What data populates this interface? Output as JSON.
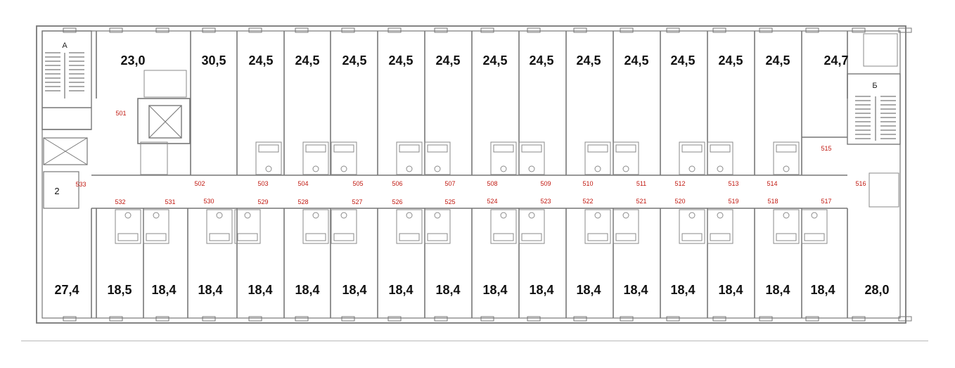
{
  "stairs": {
    "left": "А",
    "right": "Б"
  },
  "small_room_number": "2",
  "top_areas": [
    "23,0",
    "30,5",
    "24,5",
    "24,5",
    "24,5",
    "24,5",
    "24,5",
    "24,5",
    "24,5",
    "24,5",
    "24,5",
    "24,5",
    "24,5",
    "24,5",
    "24,7"
  ],
  "bottom_areas": [
    "27,4",
    "18,5",
    "18,4",
    "18,4",
    "18,4",
    "18,4",
    "18,4",
    "18,4",
    "18,4",
    "18,4",
    "18,4",
    "18,4",
    "18,4",
    "18,4",
    "18,4",
    "18,4",
    "18,4",
    "28,0"
  ],
  "room_numbers": {
    "top_row": [
      "501",
      "502",
      "503",
      "504",
      "505",
      "506",
      "507",
      "508",
      "509",
      "510",
      "511",
      "512",
      "513",
      "514",
      "515",
      "516"
    ],
    "bottom_row": [
      "533",
      "532",
      "531",
      "530",
      "529",
      "528",
      "527",
      "526",
      "525",
      "524",
      "523",
      "522",
      "521",
      "520",
      "519",
      "518",
      "517"
    ]
  },
  "colors": {
    "walls": "#777777",
    "room_numbers": "#c0170f",
    "area_text": "#111111"
  }
}
